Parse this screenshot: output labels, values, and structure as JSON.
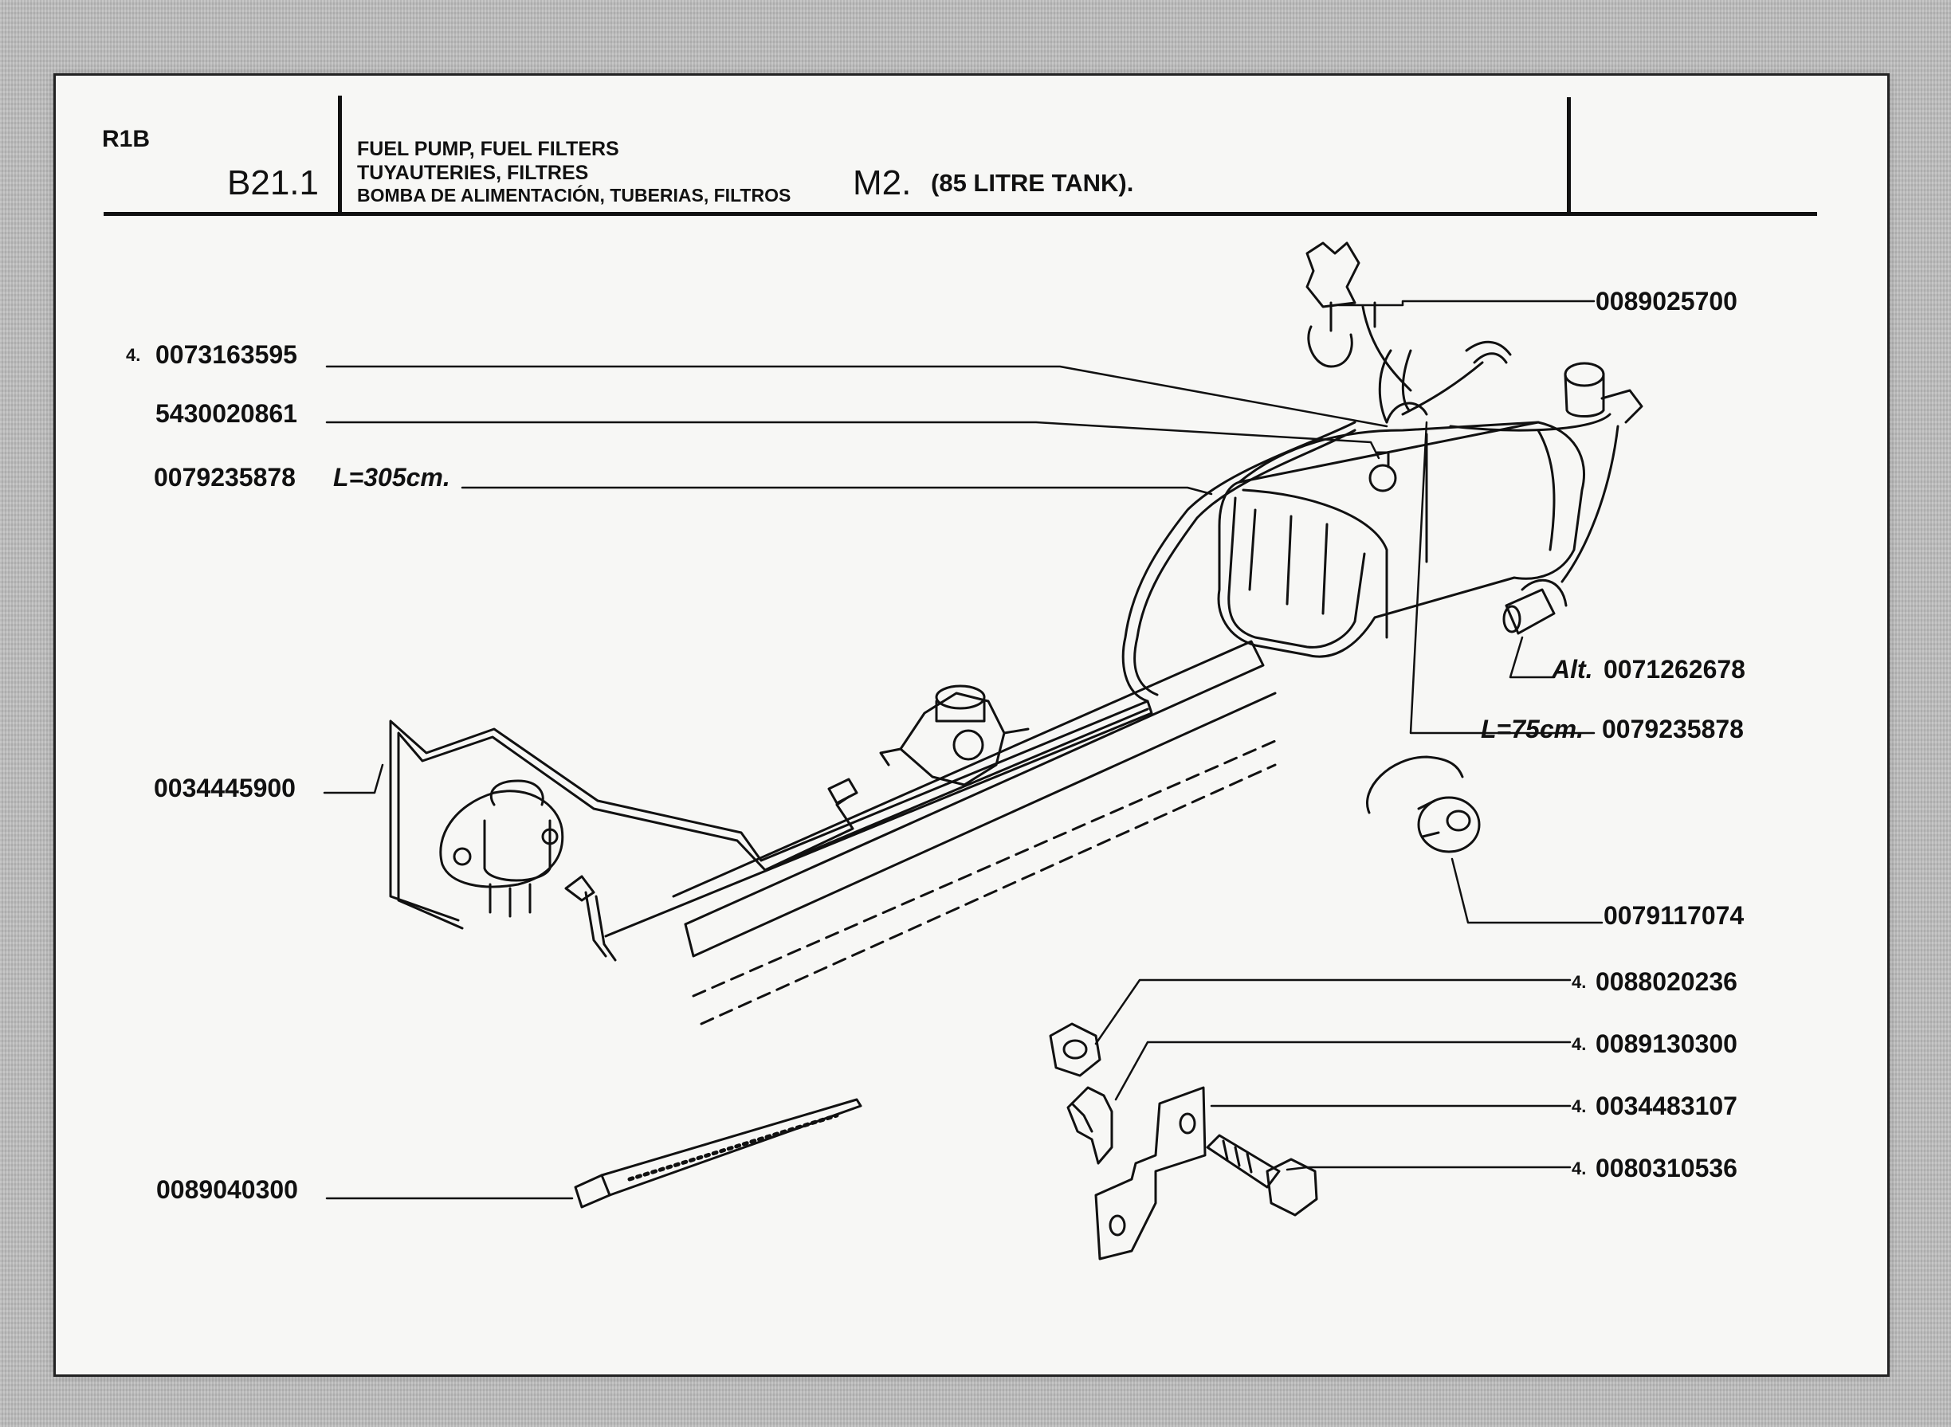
{
  "header": {
    "model_code": "R1B",
    "section_code": "B21.1",
    "titles": [
      "FUEL PUMP, FUEL FILTERS",
      "TUYAUTERIES, FILTRES",
      "BOMBA DE ALIMENTACIÓN, TUBERIAS, FILTROS"
    ],
    "variant": "M2.",
    "variant_note": "(85 LITRE TANK)."
  },
  "parts": [
    {
      "qty": "",
      "number": "0089025700",
      "note": ""
    },
    {
      "qty": "4.",
      "number": "0073163595",
      "note": ""
    },
    {
      "qty": "",
      "number": "5430020861",
      "note": ""
    },
    {
      "qty": "",
      "number": "0079235878",
      "note": "L=305cm."
    },
    {
      "qty": "",
      "number": "0071262678",
      "note": "Alt."
    },
    {
      "qty": "",
      "number": "0079235878",
      "note": "L=75cm."
    },
    {
      "qty": "",
      "number": "0034445900",
      "note": ""
    },
    {
      "qty": "",
      "number": "0079117074",
      "note": ""
    },
    {
      "qty": "4.",
      "number": "0088020236",
      "note": ""
    },
    {
      "qty": "4.",
      "number": "0089130300",
      "note": ""
    },
    {
      "qty": "4.",
      "number": "0034483107",
      "note": ""
    },
    {
      "qty": "4.",
      "number": "0080310536",
      "note": ""
    },
    {
      "qty": "",
      "number": "0089040300",
      "note": ""
    }
  ]
}
